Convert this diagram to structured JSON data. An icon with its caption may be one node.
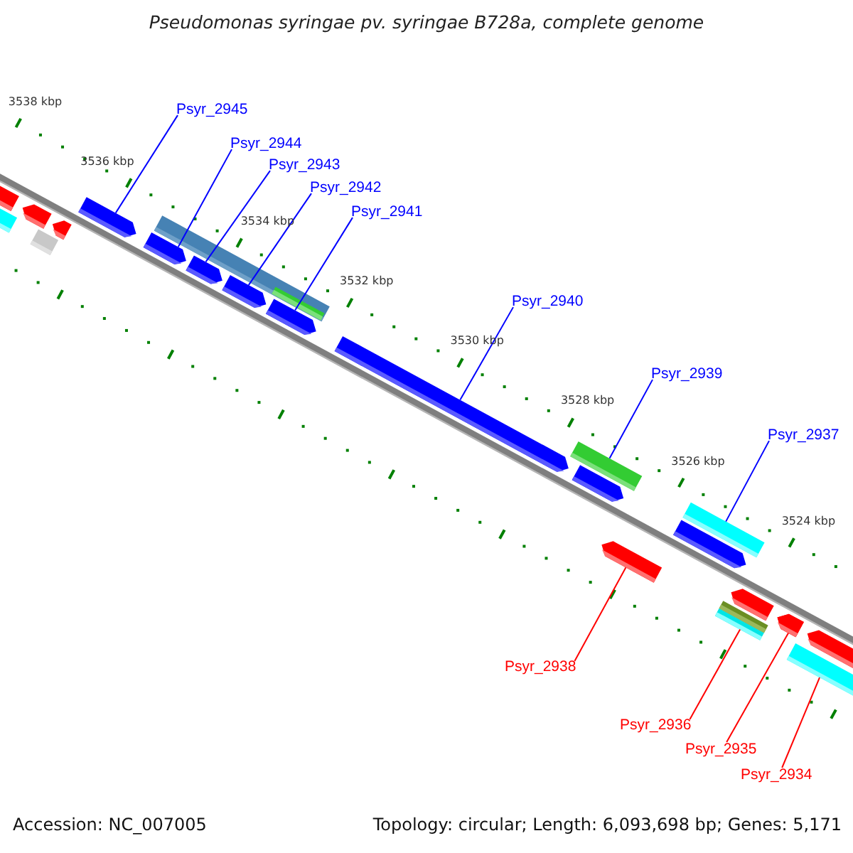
{
  "diagram": {
    "title": "Pseudomonas syringae pv. syringae B728a, complete genome",
    "nodes": [
      {
        "text": [
          "Psyr_2945"
        ]
      },
      {
        "text": [
          "Psyr_2944"
        ]
      },
      {
        "text": [
          "Psyr_2943"
        ]
      },
      {
        "text": [
          "Psyr_2942"
        ]
      },
      {
        "text": [
          "Psyr_2941"
        ]
      },
      {
        "text": [
          "Psyr_2940"
        ]
      },
      {
        "text": [
          "Psyr_2939"
        ]
      },
      {
        "text": [
          "Psyr_2937"
        ]
      },
      {
        "text": [
          "Psyr_2938"
        ]
      },
      {
        "text": [
          "Psyr_2936"
        ]
      },
      {
        "text": [
          "Psyr_2935"
        ]
      },
      {
        "text": [
          "Psyr_2934"
        ]
      },
      {
        "text": [],
        "shape": "bar"
      },
      {
        "text": [],
        "shape": "bar"
      },
      {
        "text": [],
        "shape": "bar"
      },
      {
        "text": [],
        "shape": "bar"
      },
      {
        "text": [],
        "shape": "bar"
      },
      {
        "text": [],
        "shape": "bar"
      },
      {
        "text": [],
        "shape": "bar"
      },
      {
        "text": [],
        "shape": "bar"
      },
      {
        "text": [],
        "shape": "bar"
      },
      {
        "text": [],
        "shape": "bar"
      },
      {
        "text": [],
        "shape": "bar"
      },
      {
        "text": [],
        "shape": "bar"
      },
      {
        "text": [],
        "shape": "bar"
      },
      {
        "text": [],
        "shape": "bar",
        "in": 24
      },
      {
        "text": [],
        "shape": "bar"
      },
      {
        "text": [],
        "shape": "bar"
      },
      {
        "text": [],
        "shape": "bar"
      },
      {
        "text": [],
        "shape": "bar"
      },
      {
        "text": [],
        "shape": "bar"
      },
      {
        "text": [],
        "shape": "bar"
      },
      {
        "text": [],
        "shape": "bar"
      },
      {
        "text": [],
        "shape": "bar"
      },
      {
        "text": [],
        "shape": "bar"
      },
      {
        "text": [],
        "shape": "bar"
      },
      {
        "text": [],
        "shape": "bar"
      }
    ],
    "edges": [
      {
        "from": 0,
        "to": 12,
        "arrow": "none"
      },
      {
        "from": 1,
        "to": 13,
        "arrow": "none"
      },
      {
        "from": 2,
        "to": 14,
        "arrow": "none"
      },
      {
        "from": 3,
        "to": 15,
        "arrow": "none"
      },
      {
        "from": 4,
        "to": 16,
        "arrow": "none"
      },
      {
        "from": 5,
        "to": 17,
        "arrow": "none"
      },
      {
        "from": 6,
        "to": 18,
        "arrow": "none"
      },
      {
        "from": 7,
        "to": 20,
        "arrow": "none"
      },
      {
        "from": 8,
        "to": 19,
        "arrow": "none",
        "color": "#ff0000"
      },
      {
        "from": 9,
        "to": 21,
        "arrow": "none",
        "color": "#ff0000"
      },
      {
        "from": 10,
        "to": 22,
        "arrow": "none",
        "color": "#ff0000"
      },
      {
        "from": 11,
        "to": 23,
        "arrow": "none",
        "color": "#ff0000"
      }
    ],
    "labels": [
      "3538 kbp",
      "3536 kbp",
      "3534 kbp",
      "3532 kbp",
      "3530 kbp",
      "3528 kbp",
      "3526 kbp",
      "3524 kbp",
      "Accession: NC_007005",
      "Topology: circular; Length: 6,093,698 bp; Genes: 5,171"
    ]
  }
}
